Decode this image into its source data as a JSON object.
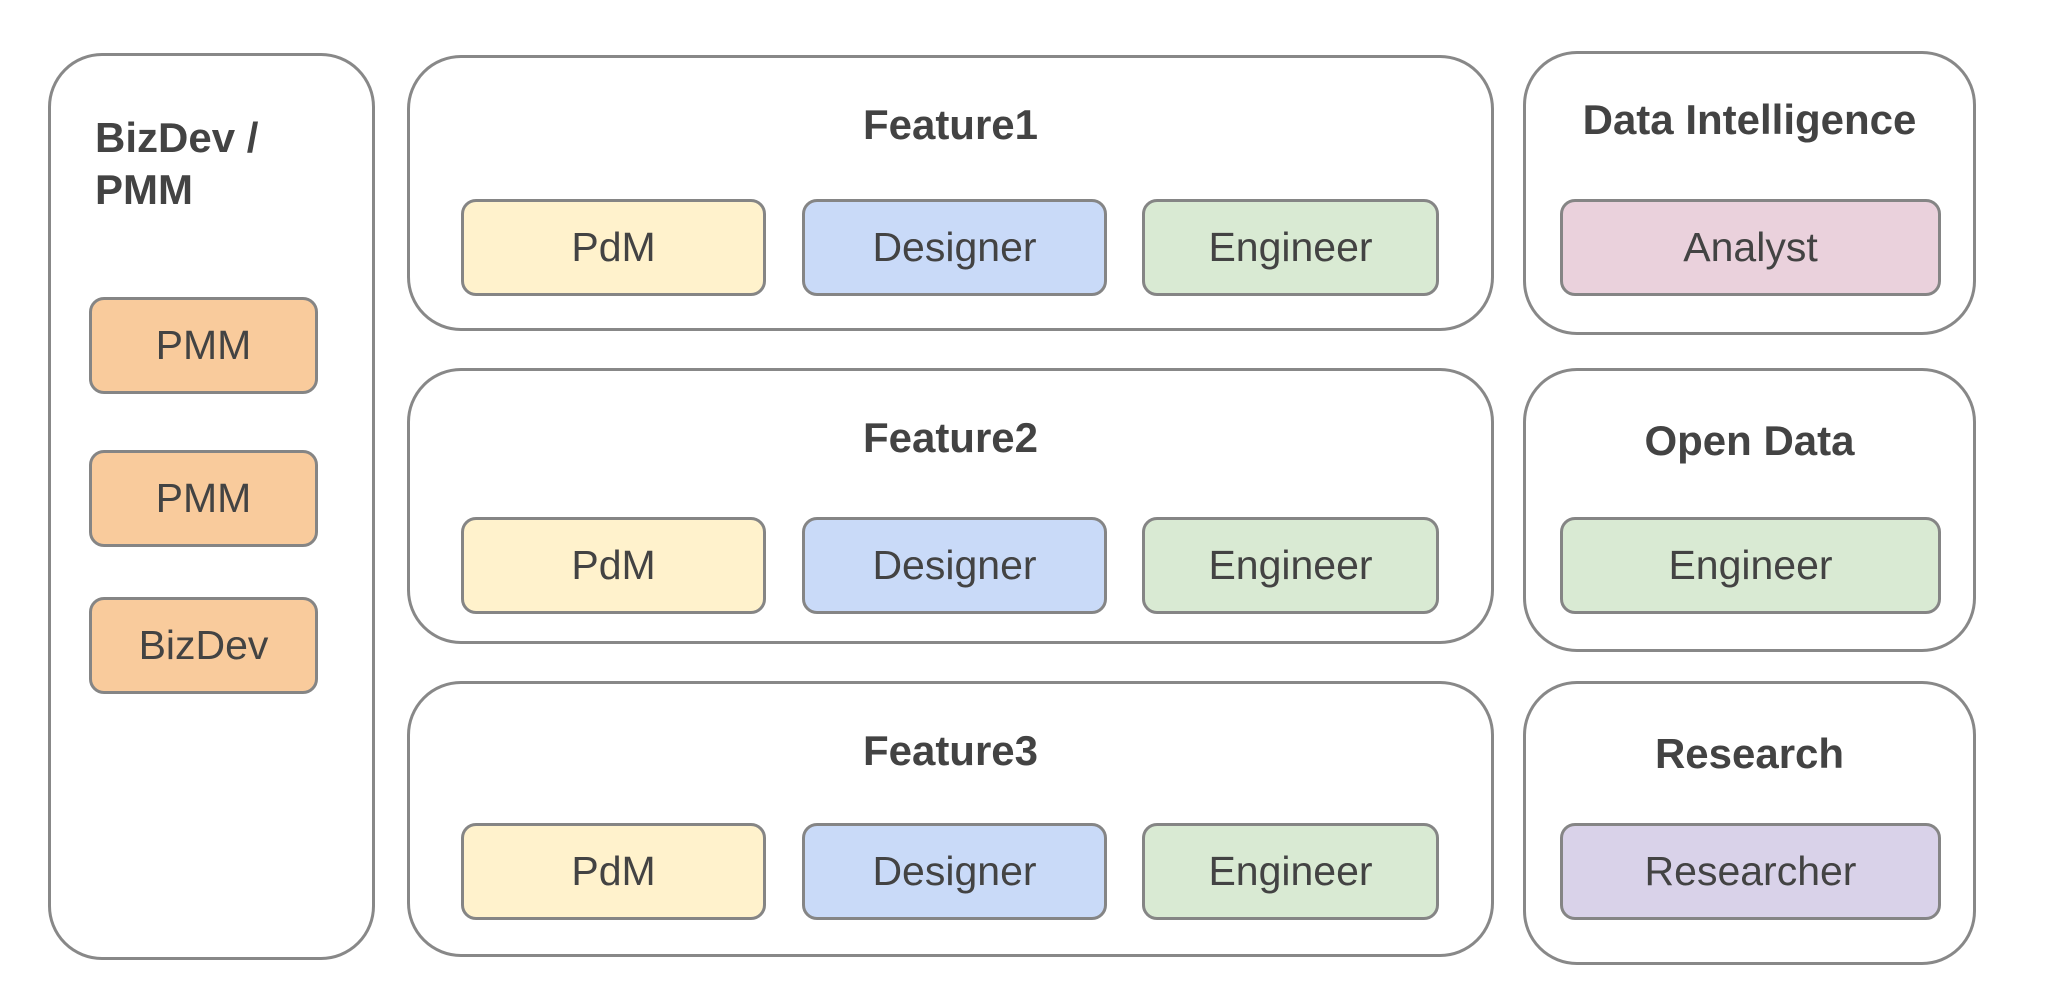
{
  "colors": {
    "pdm": "#fff2cc",
    "designer": "#c9daf8",
    "engineer": "#d9ead3",
    "pmm": "#f9cb9c",
    "analyst": "#ead1dc",
    "researcher": "#d9d2e9",
    "border": "#888888",
    "text": "#434343"
  },
  "bizdev_group": {
    "title_line1": "BizDev /",
    "title_line2": "PMM",
    "roles": [
      "PMM",
      "PMM",
      "BizDev"
    ]
  },
  "feature_groups": [
    {
      "title": "Feature1",
      "roles": [
        "PdM",
        "Designer",
        "Engineer"
      ]
    },
    {
      "title": "Feature2",
      "roles": [
        "PdM",
        "Designer",
        "Engineer"
      ]
    },
    {
      "title": "Feature3",
      "roles": [
        "PdM",
        "Designer",
        "Engineer"
      ]
    }
  ],
  "side_groups": [
    {
      "title": "Data Intelligence",
      "role": "Analyst"
    },
    {
      "title": "Open Data",
      "role": "Engineer"
    },
    {
      "title": "Research",
      "role": "Researcher"
    }
  ]
}
